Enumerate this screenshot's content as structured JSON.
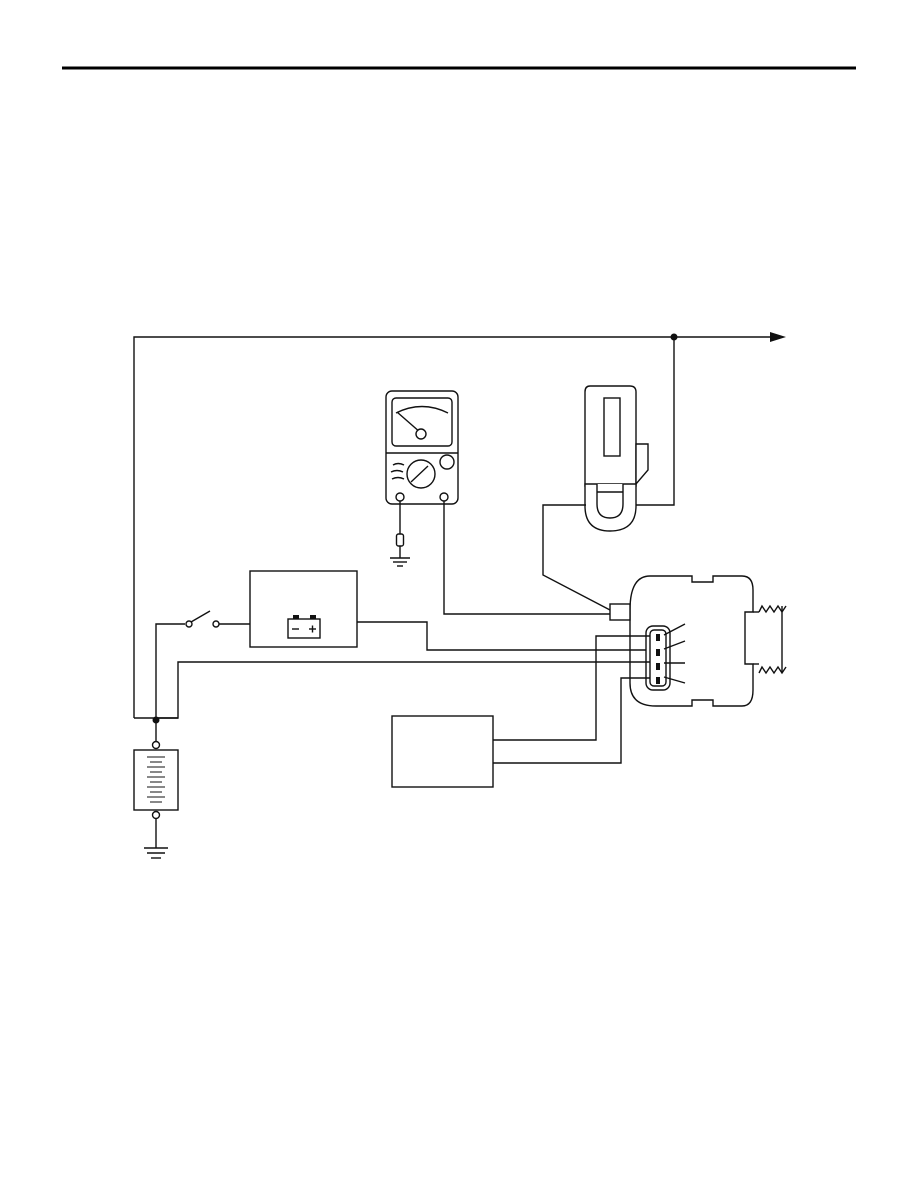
{
  "header": {
    "rule_color": "#000000"
  },
  "diagram": {
    "line_color": "#111111",
    "background": "#ffffff",
    "components": [
      {
        "id": "analog-voltmeter",
        "icon": "analog-meter-icon"
      },
      {
        "id": "clamp-ammeter",
        "icon": "clamp-meter-icon"
      },
      {
        "id": "relay-box",
        "icon": "battery-symbol-icon"
      },
      {
        "id": "ignition-switch",
        "icon": "switch-icon"
      },
      {
        "id": "vehicle-battery",
        "icon": "battery-icon"
      },
      {
        "id": "control-unit",
        "icon": "box-icon"
      },
      {
        "id": "alternator",
        "icon": "alternator-icon"
      }
    ]
  }
}
